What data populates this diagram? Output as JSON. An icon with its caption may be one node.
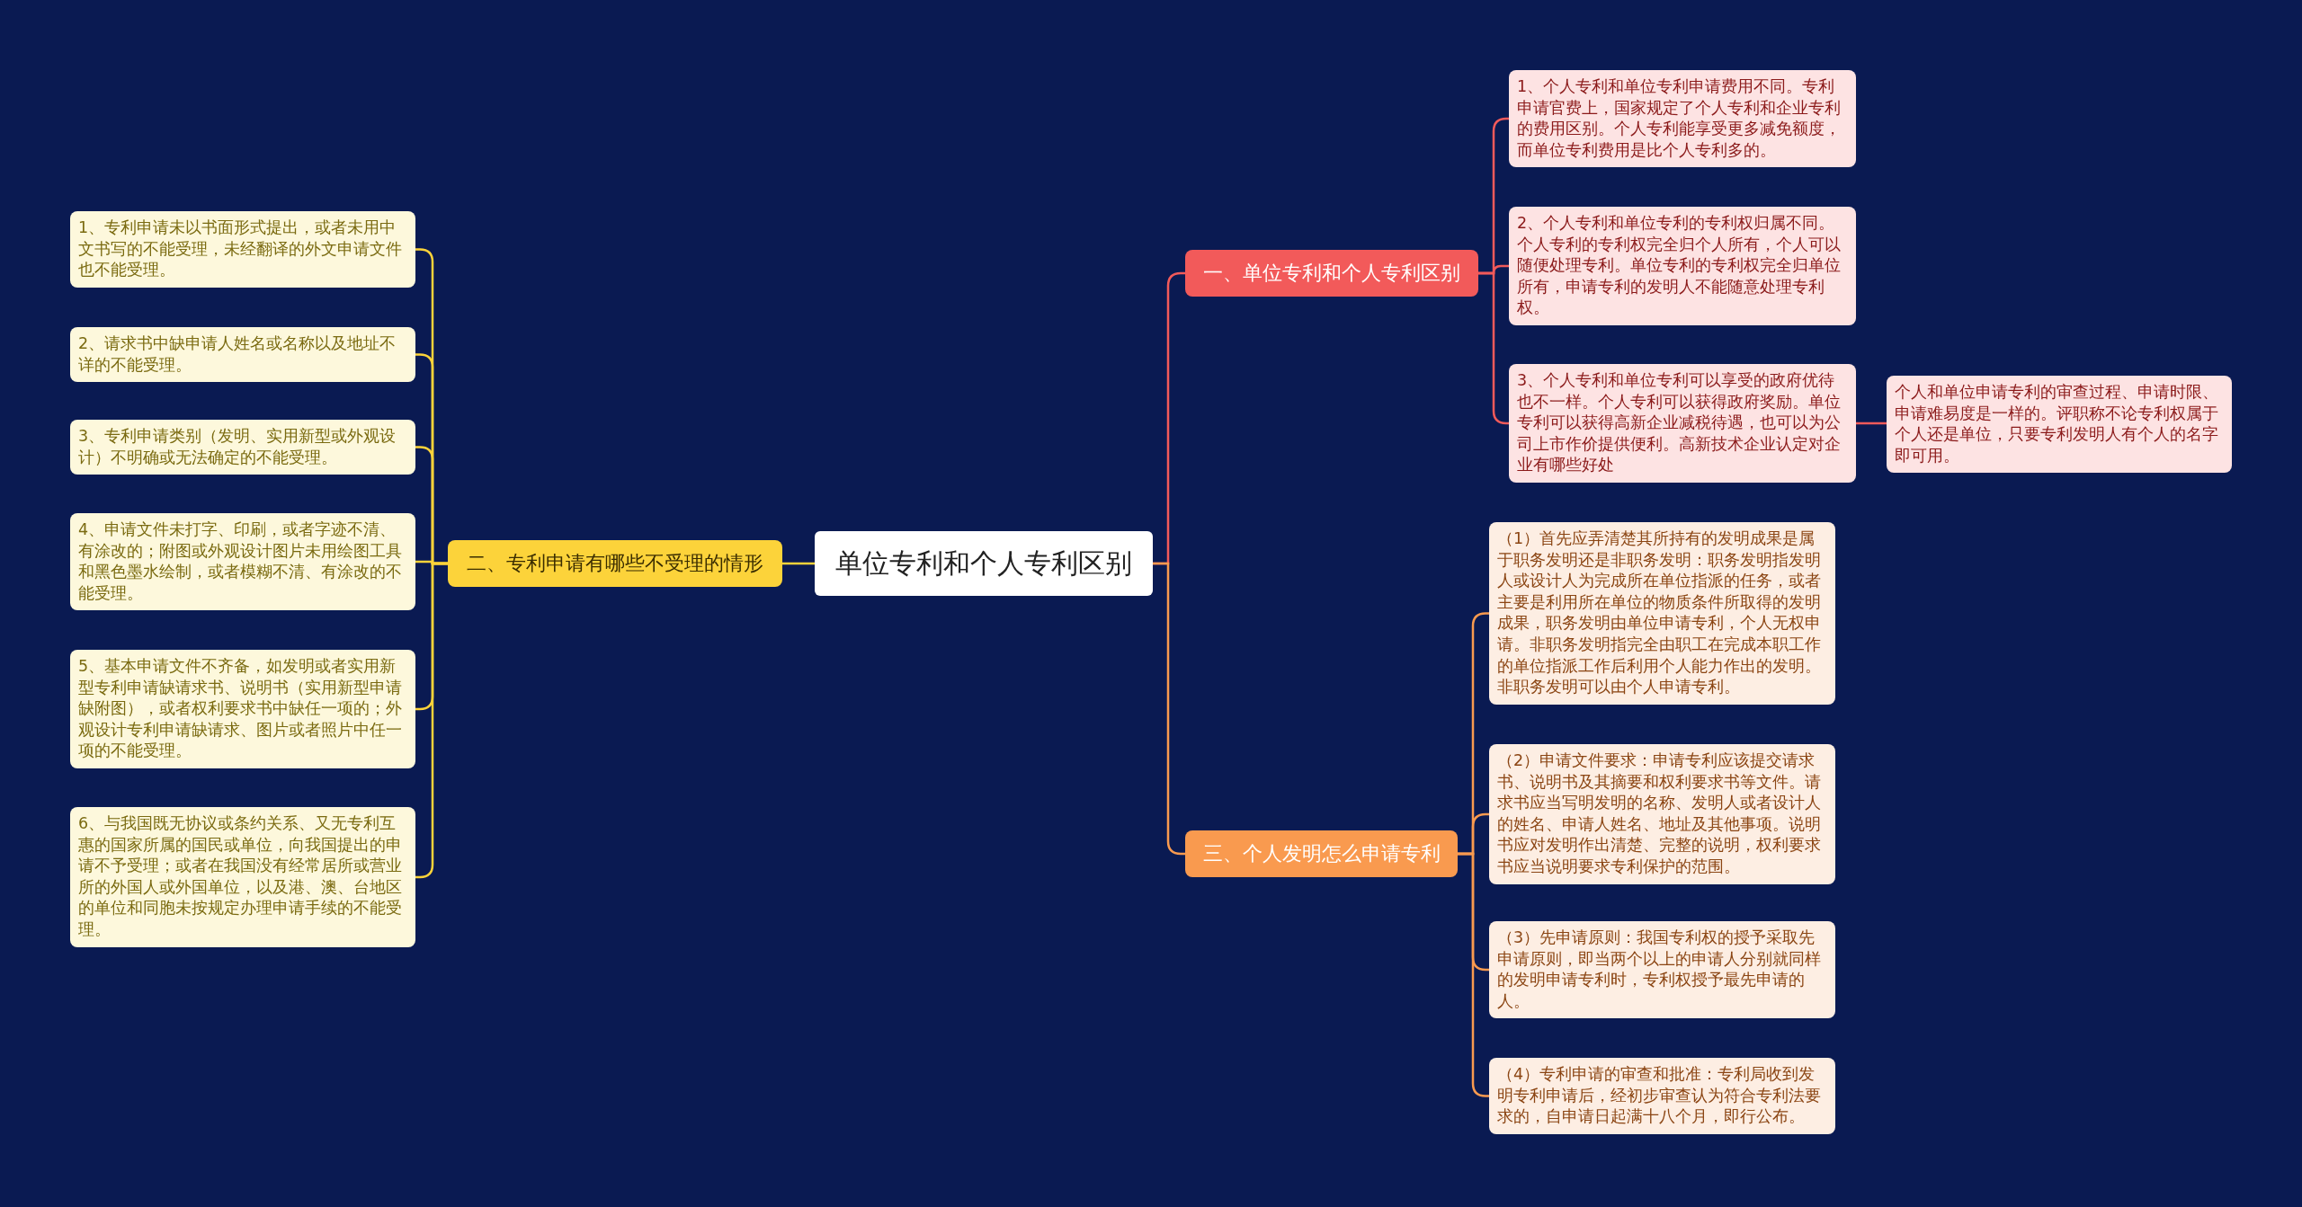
{
  "diagram": {
    "nodes": [
      {
        "text": [
          "单位专利和个人专利区别"
        ]
      },
      {
        "text": [
          "一、单位专利和个人专利区别"
        ]
      },
      {
        "text": [
          "1、个人专利和单位专利申请费用不同。专利申请官费上，国家规定了个人专利和企业专利的费用区别。个人专利能享受更多减免额度，而单位专利费用是比个人专利多的。"
        ]
      },
      {
        "text": [
          "2、个人专利和单位专利的专利权归属不同。个人专利的专利权完全归个人所有，个人可以随便处理专利。单位专利的专利权完全归单位所有，申请专利的发明人不能随意处理专利权。"
        ]
      },
      {
        "text": [
          "3、个人专利和单位专利可以享受的政府优待也不一样。个人专利可以获得政府奖励。单位专利可以获得高新企业减税待遇，也可以为公司上市作价提供便利。高新技术企业认定对企业有哪些好处"
        ]
      },
      {
        "text": [
          "个人和单位申请专利的审查过程、申请时限、申请难易度是一样的。评职称不论专利权属于个人还是单位，只要专利发明人有个人的名字即可用。"
        ]
      },
      {
        "text": [
          "三、个人发明怎么申请专利"
        ]
      },
      {
        "text": [
          "（1）首先应弄清楚其所持有的发明成果是属于职务发明还是非职务发明：职务发明指发明人或设计人为完成所在单位指派的任务，或者主要是利用所在单位的物质条件所取得的发明成果，职务发明由单位申请专利，个人无权申请。非职务发明指完全由职工在完成本职工作的单位指派工作后利用个人能力作出的发明。非职务发明可以由个人申请专利。"
        ]
      },
      {
        "text": [
          "（2）申请文件要求：申请专利应该提交请求书、说明书及其摘要和权利要求书等文件。请求书应当写明发明的名称、发明人或者设计人的姓名、申请人姓名、地址及其他事项。说明书应对发明作出清楚、完整的说明，权利要求书应当说明要求专利保护的范围。"
        ]
      },
      {
        "text": [
          "（3）先申请原则：我国专利权的授予采取先申请原则，即当两个以上的申请人分别就同样的发明申请专利时，专利权授予最先申请的人。"
        ]
      },
      {
        "text": [
          "（4）专利申请的审查和批准：专利局收到发明专利申请后，经初步审查认为符合专利法要求的，自申请日起满十八个月，即行公布。"
        ]
      },
      {
        "text": [
          "二、专利申请有哪些不受理的情形"
        ]
      },
      {
        "text": [
          "1、专利申请未以书面形式提出，或者未用中文书写的不能受理，未经翻译的外文申请文件也不能受理。"
        ]
      },
      {
        "text": [
          "2、请求书中缺申请人姓名或名称以及地址不详的不能受理。"
        ]
      },
      {
        "text": [
          "3、专利申请类别（发明、实用新型或外观设计）不明确或无法确定的不能受理。"
        ]
      },
      {
        "text": [
          "4、申请文件未打字、印刷，或者字迹不清、有涂改的；附图或外观设计图片未用绘图工具和黑色墨水绘制，或者模糊不清、有涂改的不能受理。"
        ]
      },
      {
        "text": [
          "5、基本申请文件不齐备，如发明或者实用新型专利申请缺请求书、说明书（实用新型申请缺附图），或者权利要求书中缺任一项的；外观设计专利申请缺请求、图片或者照片中任一项的不能受理。"
        ]
      },
      {
        "text": [
          "6、与我国既无协议或条约关系、又无专利互惠的国家所属的国民或单位，向我国提出的申请不予受理；或者在我国没有经常居所或营业所的外国人或外国单位，以及港、澳、台地区的单位和同胞未按规定办理申请手续的不能受理。"
        ]
      }
    ],
    "edges": [
      {
        "from": 0,
        "to": 1,
        "arrow": "none",
        "color": "#f25a5a"
      },
      {
        "from": 1,
        "to": 2,
        "arrow": "none",
        "color": "#f25a5a"
      },
      {
        "from": 1,
        "to": 3,
        "arrow": "none",
        "color": "#f25a5a"
      },
      {
        "from": 1,
        "to": 4,
        "arrow": "none",
        "color": "#f25a5a"
      },
      {
        "from": 4,
        "to": 5,
        "arrow": "none",
        "color": "#f25a5a"
      },
      {
        "from": 0,
        "to": 6,
        "arrow": "none",
        "color": "#f99a4f"
      },
      {
        "from": 6,
        "to": 7,
        "arrow": "none",
        "color": "#f99a4f"
      },
      {
        "from": 6,
        "to": 8,
        "arrow": "none",
        "color": "#f99a4f"
      },
      {
        "from": 6,
        "to": 9,
        "arrow": "none",
        "color": "#f99a4f"
      },
      {
        "from": 6,
        "to": 10,
        "arrow": "none",
        "color": "#f99a4f"
      },
      {
        "from": 0,
        "to": 11,
        "arrow": "none",
        "color": "#fcd33a"
      },
      {
        "from": 11,
        "to": 12,
        "arrow": "none",
        "color": "#fcd33a"
      },
      {
        "from": 11,
        "to": 13,
        "arrow": "none",
        "color": "#fcd33a"
      },
      {
        "from": 11,
        "to": 14,
        "arrow": "none",
        "color": "#fcd33a"
      },
      {
        "from": 11,
        "to": 15,
        "arrow": "none",
        "color": "#fcd33a"
      },
      {
        "from": 11,
        "to": 16,
        "arrow": "none",
        "color": "#fcd33a"
      },
      {
        "from": 11,
        "to": 17,
        "arrow": "none",
        "color": "#fcd33a"
      }
    ]
  }
}
